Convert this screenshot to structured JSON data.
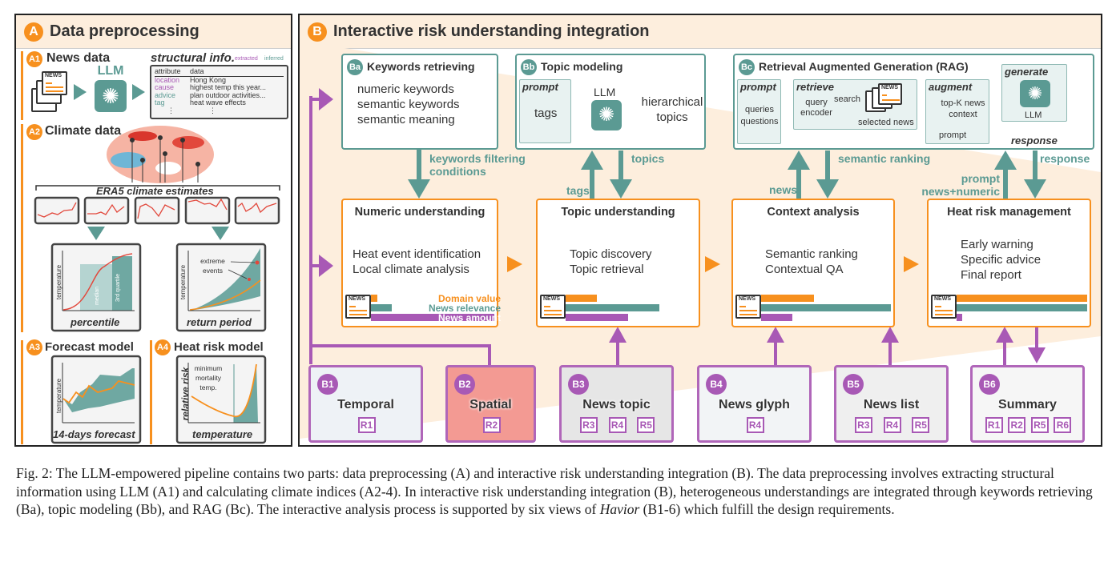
{
  "colors": {
    "orange": "#f7901e",
    "teal": "#5b9a93",
    "purple": "#a859b5",
    "peach": "#fdeedd"
  },
  "icons": {
    "news_label": "NEWS",
    "llm": "openai-logo-icon"
  },
  "panel_a": {
    "badge": "A",
    "title": "Data preprocessing",
    "a1": {
      "badge": "A1",
      "title": "News data",
      "llm_label": "LLM",
      "structural_title": "structural info.",
      "legend_extracted": "extracted",
      "legend_inferred": "inferred",
      "table_headers": [
        "attribute",
        "data"
      ],
      "rows": [
        {
          "attr": "location",
          "data": "Hong Kong",
          "kind": "extracted"
        },
        {
          "attr": "cause",
          "data": "highest temp this year...",
          "kind": "extracted"
        },
        {
          "attr": "advice",
          "data": "plan outdoor activities...",
          "kind": "inferred"
        },
        {
          "attr": "tag",
          "data": "heat wave effects",
          "kind": "inferred"
        }
      ],
      "ellipsis": "⋮"
    },
    "a2": {
      "badge": "A2",
      "title": "Climate data",
      "era5": "ERA5 climate estimates",
      "percentile": {
        "ylabel": "temperature",
        "xlabel": "percentile",
        "median": "median",
        "q3": "3rd quartile"
      },
      "return": {
        "ylabel": "temperature",
        "xlabel": "return period",
        "annotation": "extreme events"
      }
    },
    "a3": {
      "badge": "A3",
      "title": "Forecast model",
      "ylabel": "temperature",
      "xlabel": "14-days forecast"
    },
    "a4": {
      "badge": "A4",
      "title": "Heat risk model",
      "ylabel": "relative risk",
      "xlabel": "temperature",
      "annotation": "minimum mortality temp."
    }
  },
  "panel_b": {
    "badge": "B",
    "title": "Interactive risk understanding integration",
    "ba": {
      "badge": "Ba",
      "title": "Keywords retrieving",
      "items": [
        "numeric keywords",
        "semantic keywords",
        "semantic meaning"
      ]
    },
    "bb": {
      "badge": "Bb",
      "title": "Topic modeling",
      "prompt": "prompt",
      "tags": "tags",
      "llm": "LLM",
      "output": "hierarchical topics"
    },
    "bc": {
      "badge": "Bc",
      "title": "Retrieval Augmented Generation (RAG)",
      "prompt": "prompt",
      "prompt_body": "queries questions",
      "retrieve": "retrieve",
      "query_encoder": "query encoder",
      "search": "search",
      "selected_news": "selected news",
      "augment": "augment",
      "topk": "top-K news context",
      "augment_prompt": "prompt",
      "generate": "generate",
      "llm": "LLM",
      "response": "response"
    },
    "arrows": {
      "keywords": "keywords filtering conditions",
      "tags": "tags",
      "topics": "topics",
      "news": "news",
      "semantic_ranking": "semantic ranking",
      "prompt": "prompt news+numeric",
      "response": "response"
    },
    "legend": {
      "domain": "Domain value",
      "relevance": "News relevance",
      "amount": "News amount"
    },
    "stages": [
      {
        "title": "Numeric understanding",
        "items": [
          "Heat event identification",
          "Local climate analysis"
        ],
        "domain_value": 0.05,
        "news_relevance": 0.17,
        "news_amount": 1.0
      },
      {
        "title": "Topic understanding",
        "items": [
          "Topic discovery",
          "Topic retrieval"
        ],
        "domain_value": 0.24,
        "news_relevance": 0.72,
        "news_amount": 0.48
      },
      {
        "title": "Context analysis",
        "items": [
          "Semantic ranking",
          "Contextual QA"
        ],
        "domain_value": 0.41,
        "news_relevance": 1.0,
        "news_amount": 0.24
      },
      {
        "title": "Heat risk management",
        "items": [
          "Early warning",
          "Specific advice",
          "Final report"
        ],
        "domain_value": 1.0,
        "news_relevance": 1.0,
        "news_amount": 0.04
      }
    ],
    "views": [
      {
        "badge": "B1",
        "title": "Temporal",
        "reqs": [
          "R1"
        ]
      },
      {
        "badge": "B2",
        "title": "Spatial",
        "reqs": [
          "R2"
        ]
      },
      {
        "badge": "B3",
        "title": "News topic",
        "reqs": [
          "R3",
          "R4",
          "R5"
        ]
      },
      {
        "badge": "B4",
        "title": "News glyph",
        "reqs": [
          "R4"
        ]
      },
      {
        "badge": "B5",
        "title": "News list",
        "reqs": [
          "R3",
          "R4",
          "R5"
        ]
      },
      {
        "badge": "B6",
        "title": "Summary",
        "reqs": [
          "R1",
          "R2",
          "R5",
          "R6"
        ]
      }
    ]
  },
  "caption": {
    "part1": "Fig. 2: The LLM-empowered pipeline contains two parts: data preprocessing (A) and interactive risk understanding integration (B). The data preprocessing involves extracting structural information using LLM (A1) and calculating climate indices (A2-4). In interactive risk understanding integration (B), heterogeneous understandings are integrated through keywords retrieving (Ba), topic modeling (Bb), and RAG (Bc).  The interactive analysis process is supported by six views of ",
    "system": "Havior",
    "part2": " (B1-6) which fulfill the design requirements."
  }
}
